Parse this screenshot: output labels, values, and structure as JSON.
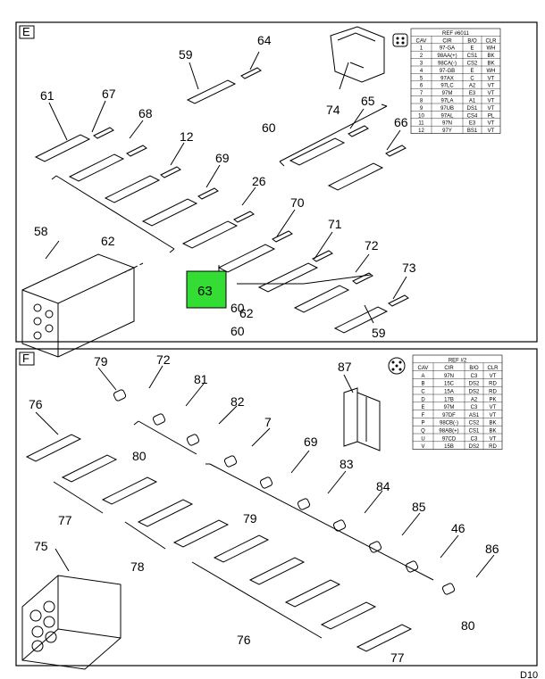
{
  "panel_e": {
    "label": "E",
    "ref_title": "REF #6011",
    "table_headers": [
      "CAV",
      "CIR",
      "B/O",
      "CLR"
    ],
    "table_rows": [
      [
        "1",
        "97-GA",
        "E",
        "WH"
      ],
      [
        "2",
        "98AA(+)",
        "CS1",
        "BK"
      ],
      [
        "3",
        "98CA(-)",
        "CS2",
        "BK"
      ],
      [
        "4",
        "97-GB",
        "E",
        "WH"
      ],
      [
        "5",
        "97AX",
        "C",
        "VT"
      ],
      [
        "6",
        "97LC",
        "A2",
        "VT"
      ],
      [
        "7",
        "97M",
        "E3",
        "VT"
      ],
      [
        "8",
        "97LA",
        "A1",
        "VT"
      ],
      [
        "9",
        "97UB",
        "DS1",
        "VT"
      ],
      [
        "10",
        "97AL",
        "CS4",
        "PL"
      ],
      [
        "11",
        "97N",
        "E3",
        "VT"
      ],
      [
        "12",
        "97Y",
        "BS1",
        "VT"
      ]
    ],
    "callouts": [
      "64",
      "59",
      "74",
      "61",
      "67",
      "68",
      "12",
      "69",
      "26",
      "70",
      "71",
      "72",
      "73",
      "60",
      "65",
      "66",
      "60",
      "62",
      "58",
      "63",
      "62",
      "60",
      "59"
    ],
    "highlight_label": "63"
  },
  "panel_f": {
    "label": "F",
    "ref_title": "REF #2",
    "table_headers": [
      "CAV",
      "CIR",
      "B/O",
      "CLR"
    ],
    "table_rows": [
      [
        "A",
        "97N",
        "C3",
        "VT"
      ],
      [
        "B",
        "15C",
        "DS2",
        "RD"
      ],
      [
        "C",
        "15A",
        "DS2",
        "RD"
      ],
      [
        "D",
        "17B",
        "A2",
        "PK"
      ],
      [
        "E",
        "97M",
        "C3",
        "VT"
      ],
      [
        "F",
        "97DF",
        "AS1",
        "VT"
      ],
      [
        "P",
        "98CB(-)",
        "CS2",
        "BK"
      ],
      [
        "Q",
        "98AB(+)",
        "CS1",
        "BK"
      ],
      [
        "U",
        "97CD",
        "C3",
        "VT"
      ],
      [
        "V",
        "15B",
        "DS2",
        "RD"
      ]
    ],
    "callouts": [
      "79",
      "72",
      "87",
      "81",
      "76",
      "82",
      "80",
      "7",
      "69",
      "83",
      "77",
      "79",
      "84",
      "85",
      "78",
      "46",
      "75",
      "86",
      "76",
      "80",
      "77"
    ]
  },
  "colors": {
    "highlight": "#33dd33",
    "line": "#000000"
  },
  "corner_text": "D10"
}
